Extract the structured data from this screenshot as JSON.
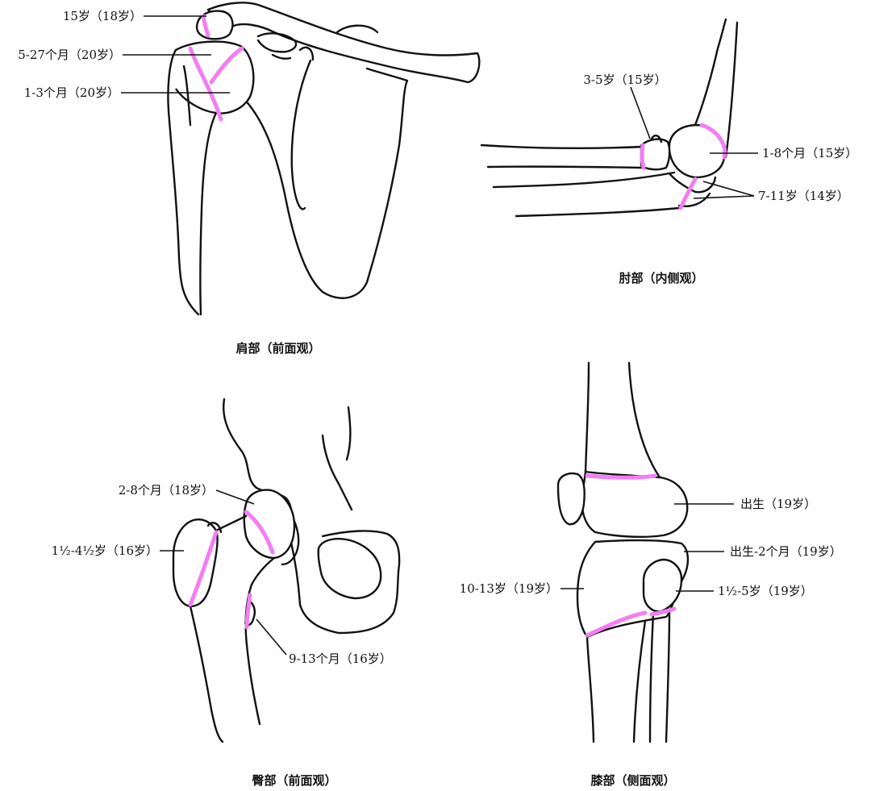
{
  "accent_color": "#f27ef2",
  "shoulder": {
    "caption": "肩部（前面观）",
    "labels": [
      "15岁（18岁）",
      "5-27个月（20岁）",
      "1-3个月（20岁）"
    ]
  },
  "elbow": {
    "caption": "肘部（内侧观）",
    "labels": [
      "3-5岁（15岁）",
      "1-8个月（15岁）",
      "7-11岁（14岁）"
    ]
  },
  "hip": {
    "caption": "臀部（前面观）",
    "labels": [
      "2-8个月（18岁）",
      "1½-4½岁（16岁）",
      "9-13个月（16岁）"
    ]
  },
  "knee": {
    "caption": "膝部（侧面观）",
    "labels": [
      "出生（19岁）",
      "出生-2个月（19岁）",
      "10-13岁（19岁）",
      "1½-5岁（19岁）"
    ]
  }
}
